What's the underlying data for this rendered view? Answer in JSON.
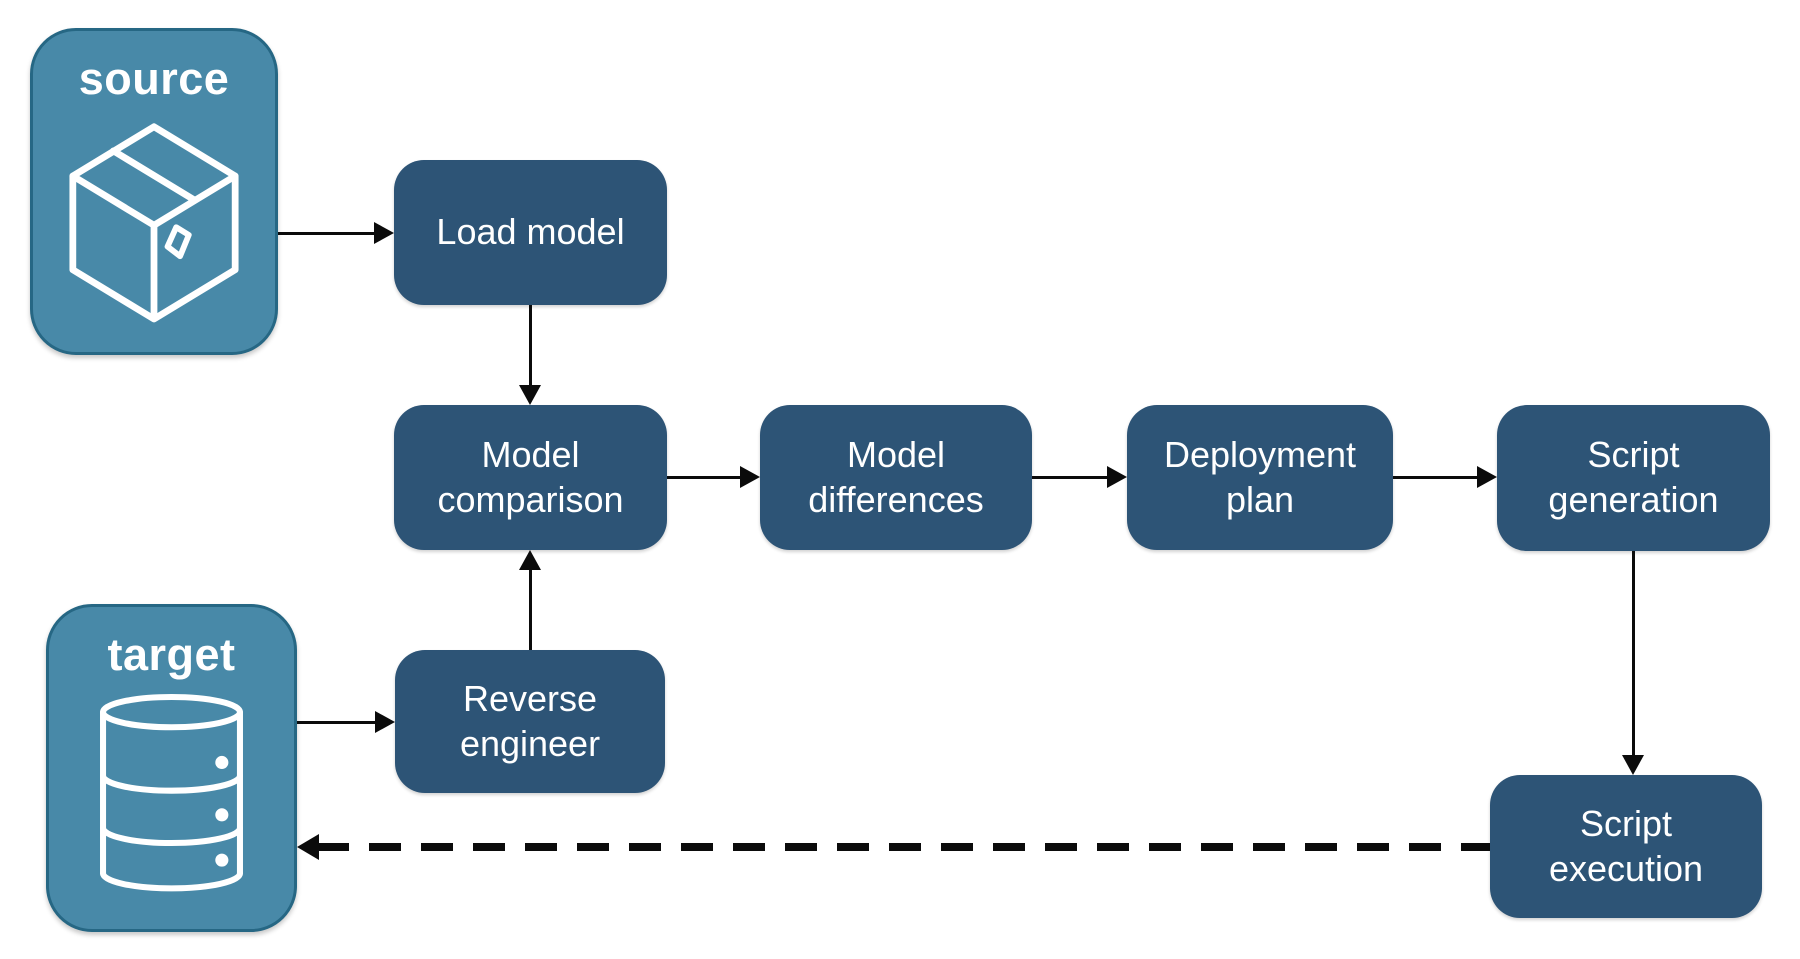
{
  "colors": {
    "node_fill": "#2d5476",
    "node_text": "#ffffff",
    "endpoint_fill": "#4889a8",
    "endpoint_border": "#266784",
    "endpoint_text": "#ffffff",
    "arrow": "#0b0b0b",
    "background": "#ffffff"
  },
  "endpoints": {
    "source": {
      "label": "source",
      "icon": "package-icon"
    },
    "target": {
      "label": "target",
      "icon": "database-icon"
    }
  },
  "nodes": {
    "load_model": {
      "label": "Load model"
    },
    "model_comparison": {
      "label": "Model\ncomparison"
    },
    "model_differences": {
      "label": "Model\ndifferences"
    },
    "deployment_plan": {
      "label": "Deployment\nplan"
    },
    "script_generation": {
      "label": "Script\ngeneration"
    },
    "reverse_engineer": {
      "label": "Reverse\nengineer"
    },
    "script_execution": {
      "label": "Script\nexecution"
    }
  },
  "edges": [
    {
      "from": "source",
      "to": "load_model",
      "style": "solid",
      "direction": "right"
    },
    {
      "from": "load_model",
      "to": "model_comparison",
      "style": "solid",
      "direction": "down"
    },
    {
      "from": "model_comparison",
      "to": "model_differences",
      "style": "solid",
      "direction": "right"
    },
    {
      "from": "model_differences",
      "to": "deployment_plan",
      "style": "solid",
      "direction": "right"
    },
    {
      "from": "deployment_plan",
      "to": "script_generation",
      "style": "solid",
      "direction": "right"
    },
    {
      "from": "script_generation",
      "to": "script_execution",
      "style": "solid",
      "direction": "down"
    },
    {
      "from": "target",
      "to": "reverse_engineer",
      "style": "solid",
      "direction": "right"
    },
    {
      "from": "reverse_engineer",
      "to": "model_comparison",
      "style": "solid",
      "direction": "up"
    },
    {
      "from": "script_execution",
      "to": "target",
      "style": "dashed",
      "direction": "left"
    }
  ]
}
